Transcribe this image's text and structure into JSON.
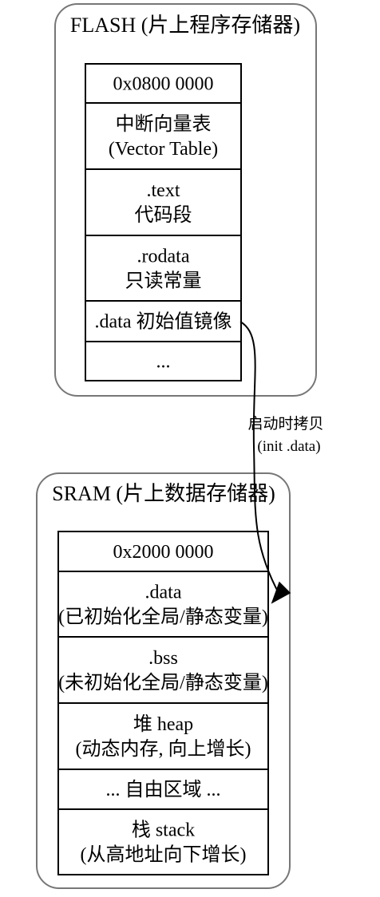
{
  "flash": {
    "title": "FLASH (片上程序存储器)",
    "cells": [
      {
        "lines": [
          "0x0800 0000"
        ]
      },
      {
        "lines": [
          "中断向量表",
          "(Vector Table)"
        ]
      },
      {
        "lines": [
          ".text",
          "代码段"
        ]
      },
      {
        "lines": [
          ".rodata",
          "只读常量"
        ]
      },
      {
        "lines": [
          ".data 初始值镜像"
        ]
      },
      {
        "lines": [
          "..."
        ]
      }
    ]
  },
  "sram": {
    "title": "SRAM (片上数据存储器)",
    "cells": [
      {
        "lines": [
          "0x2000 0000"
        ]
      },
      {
        "lines": [
          ".data",
          "(已初始化全局/静态变量)"
        ]
      },
      {
        "lines": [
          ".bss",
          "(未初始化全局/静态变量)"
        ]
      },
      {
        "lines": [
          "堆 heap",
          "(动态内存, 向上增长)"
        ]
      },
      {
        "lines": [
          "... 自由区域 ..."
        ]
      },
      {
        "lines": [
          "栈 stack",
          "(从高地址向下增长)"
        ]
      }
    ]
  },
  "edge": {
    "label_line1": "启动时拷贝",
    "label_line2": "(init .data)"
  }
}
